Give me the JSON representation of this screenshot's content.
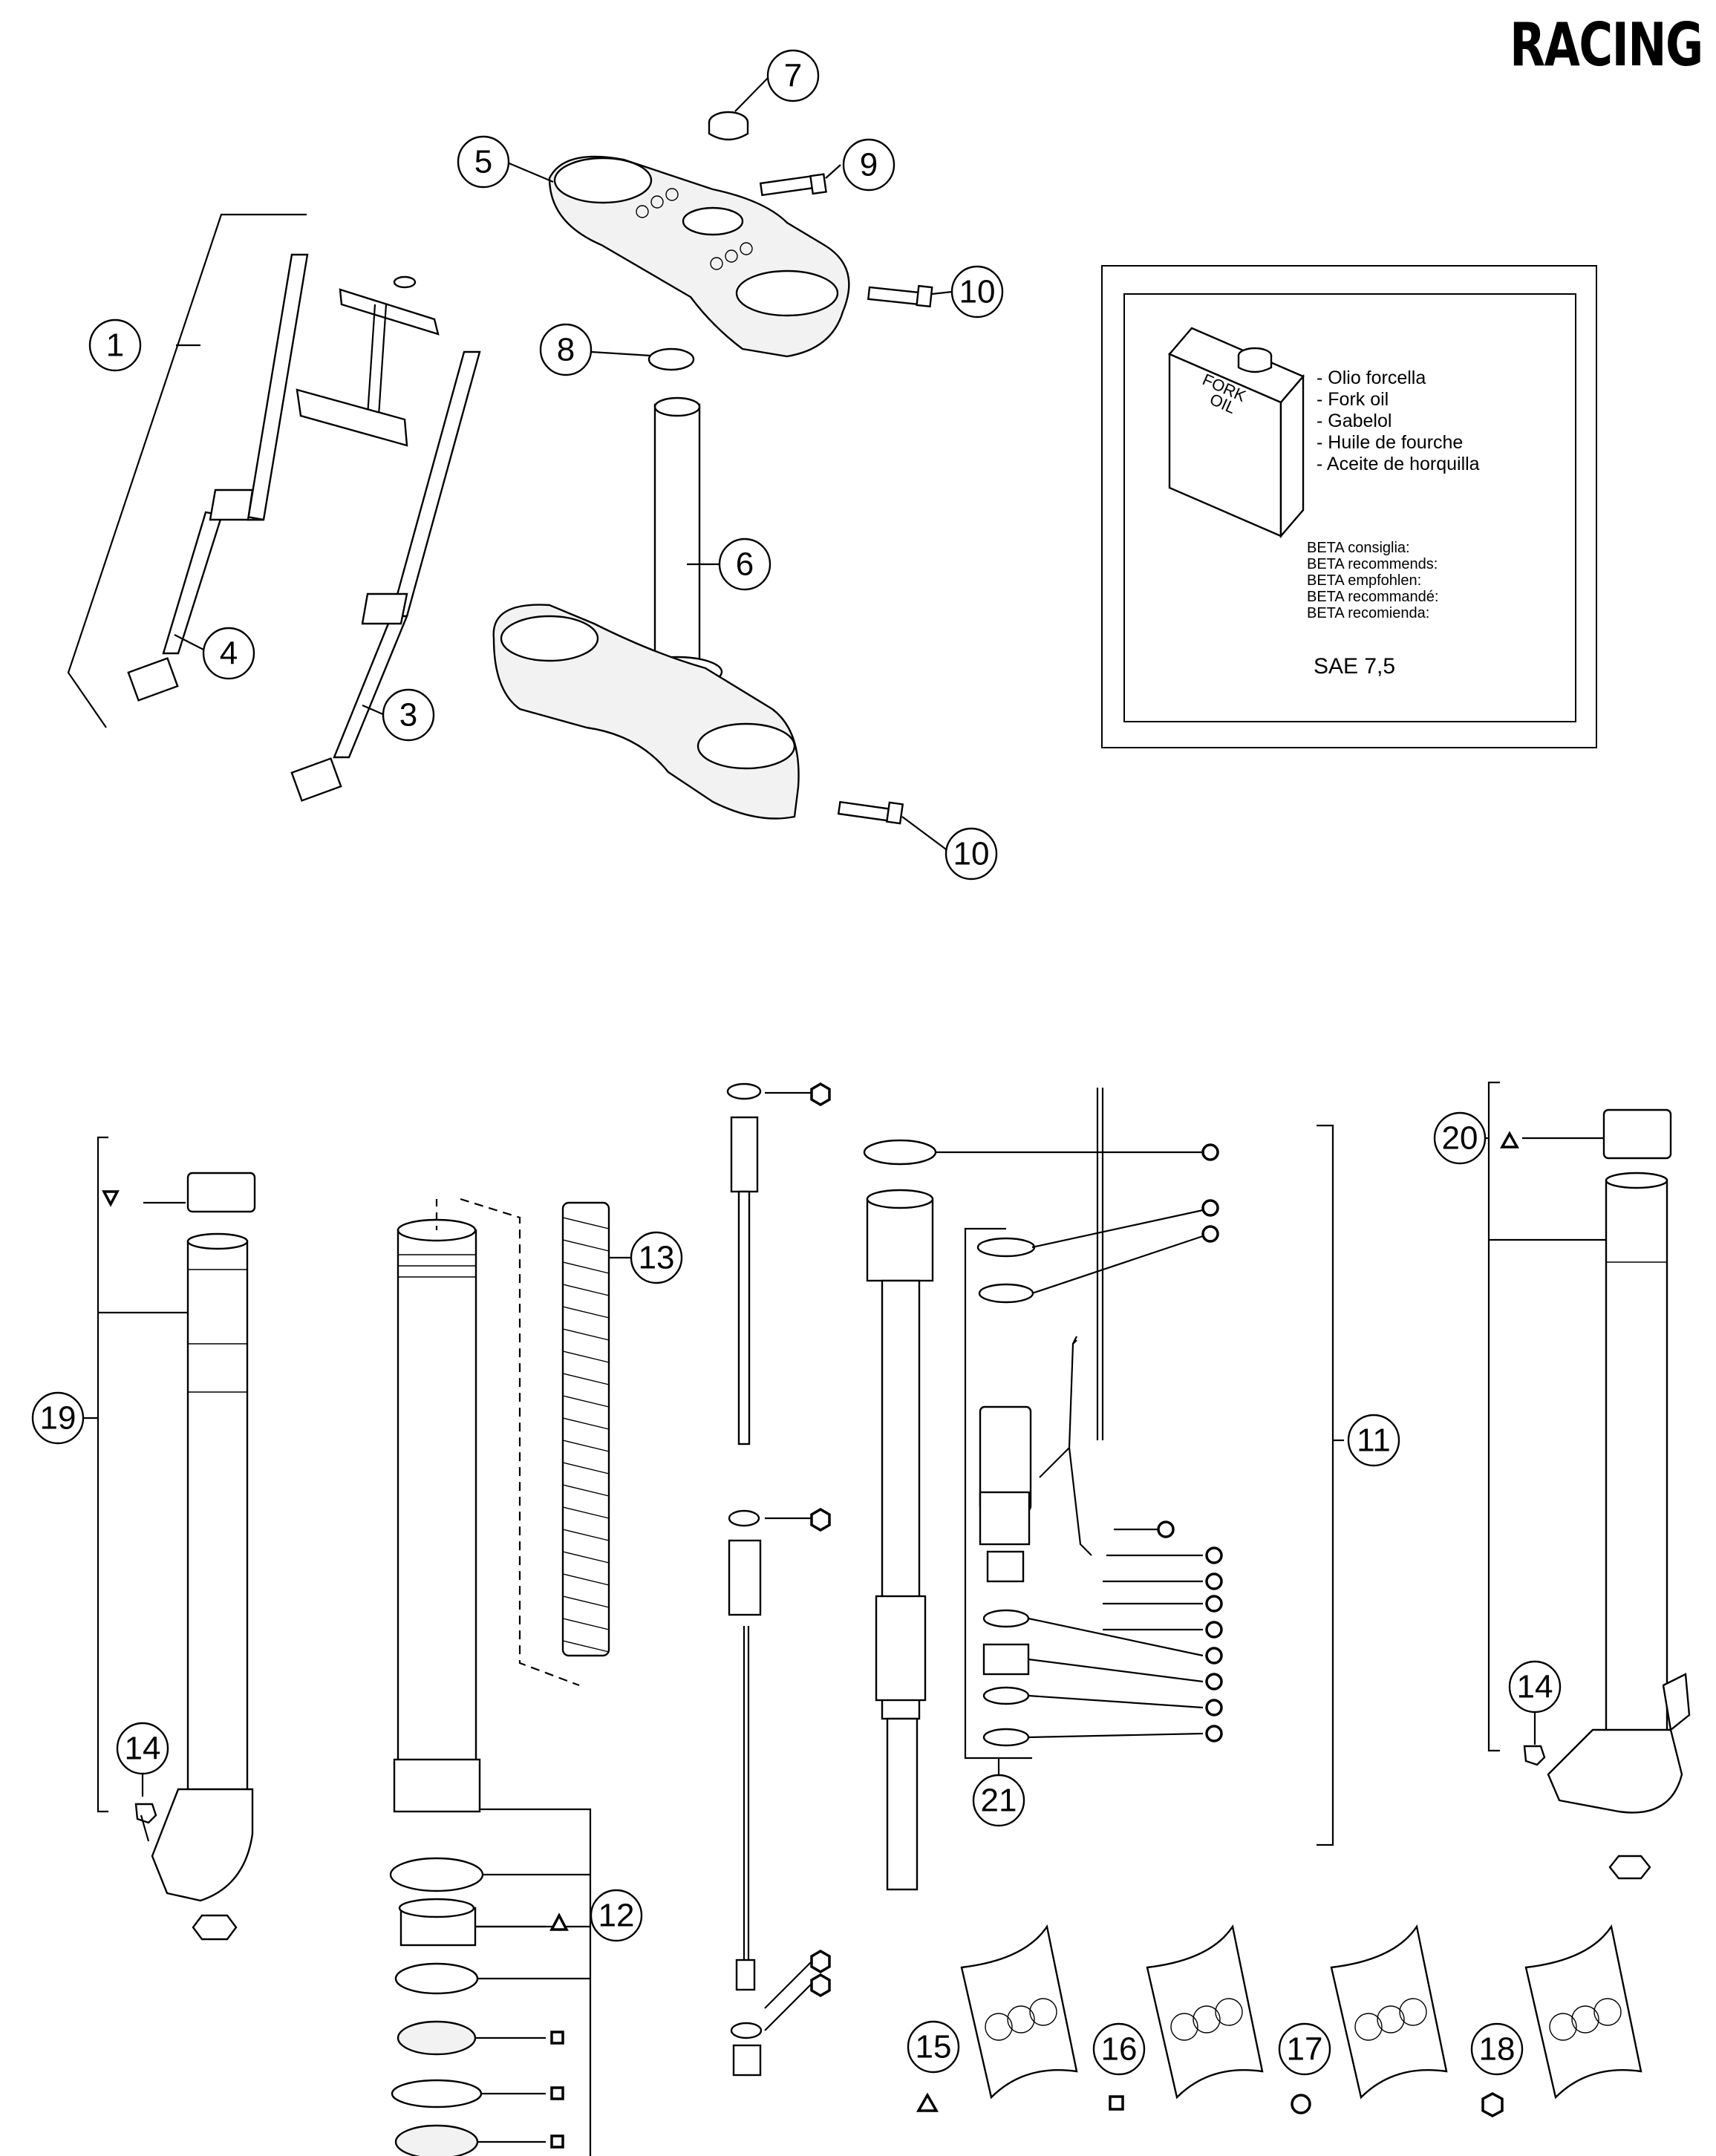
{
  "header": {
    "title": "RACING"
  },
  "oil_box": {
    "can_label_1": "FORK",
    "can_label_2": "OIL",
    "names": [
      "- Olio forcella",
      "- Fork oil",
      "- Gabelol",
      "- Huile de fourche",
      "- Aceite de horquilla"
    ],
    "recommends": [
      "BETA consiglia:",
      "BETA recommends:",
      "BETA empfohlen:",
      "BETA recommandé:",
      "BETA recomienda:"
    ],
    "grade": "SAE 7,5"
  },
  "callouts": {
    "c1": "1",
    "c3": "3",
    "c4": "4",
    "c5": "5",
    "c6": "6",
    "c7": "7",
    "c8": "8",
    "c9": "9",
    "c10a": "10",
    "c10b": "10",
    "c11": "11",
    "c12": "12",
    "c13": "13",
    "c14a": "14",
    "c14b": "14",
    "c15": "15",
    "c16": "16",
    "c17": "17",
    "c18": "18",
    "c19": "19",
    "c20": "20",
    "c21": "21"
  },
  "kit_symbols": {
    "kit_15": "triangle",
    "kit_16": "square",
    "kit_17": "circle",
    "kit_18": "hexagon"
  }
}
